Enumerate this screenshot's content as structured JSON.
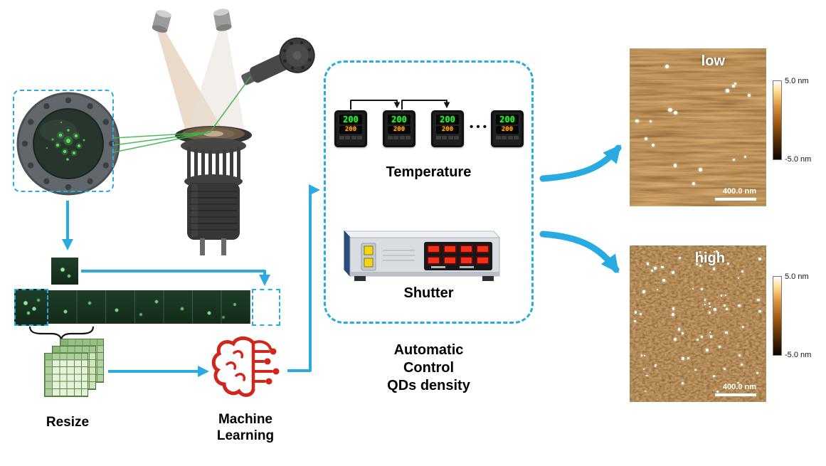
{
  "process": {
    "temperature_label": "Temperature",
    "shutter_label": "Shutter",
    "ellipsis": "• • •",
    "auto_lines": [
      "Automatic",
      "Control",
      "QDs density"
    ],
    "resize_label": "Resize",
    "ml_lines": [
      "Machine",
      "Learning"
    ]
  },
  "controllers": [
    {
      "pv": "200",
      "sv": "200"
    },
    {
      "pv": "200",
      "sv": "200"
    },
    {
      "pv": "200",
      "sv": "200"
    },
    {
      "pv": "200",
      "sv": "200"
    }
  ],
  "afm_images": {
    "low": {
      "label": "low",
      "scale_max": "5.0 nm",
      "scale_min": "-5.0 nm",
      "scale_bar": "400.0 nm",
      "dot_count": 16,
      "seed": 5
    },
    "high": {
      "label": "high",
      "scale_max": "5.0 nm",
      "scale_min": "-5.0 nm",
      "scale_bar": "400.0 nm",
      "dot_count": 70,
      "seed": 11
    }
  },
  "colors": {
    "arrow_blue": "#29abe2",
    "brain_red": "#d1261b",
    "led_green": "#35e83a",
    "led_red": "#f23018",
    "afm_brown": "#7a4512",
    "rheed_green": "#3db54a"
  }
}
